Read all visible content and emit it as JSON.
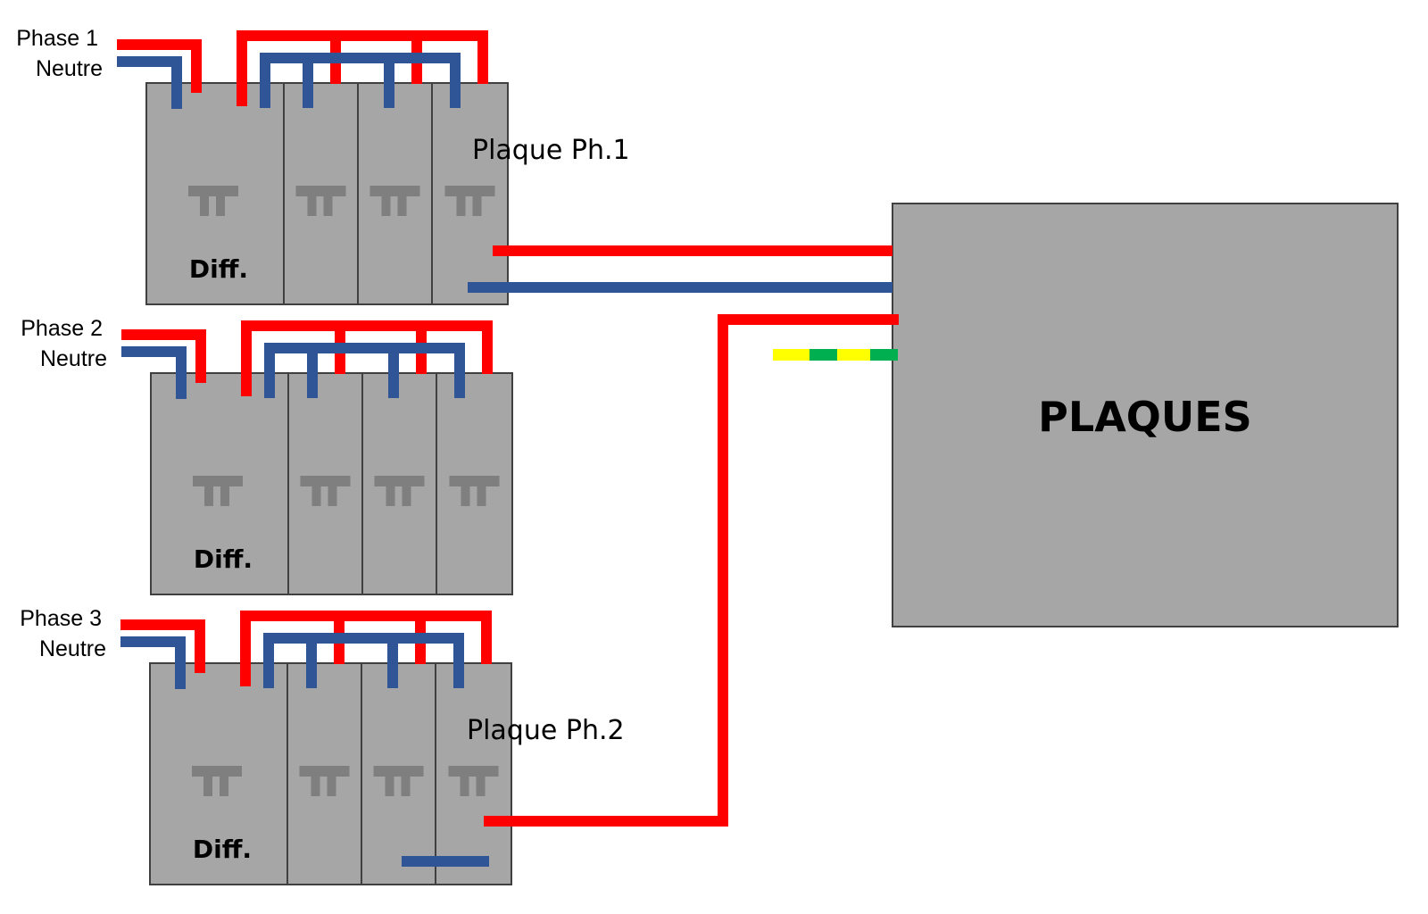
{
  "groups": [
    {
      "phase_label": "Phase 1",
      "neutral_label": "Neutre",
      "diff_label": "Diff."
    },
    {
      "phase_label": "Phase 2",
      "neutral_label": "Neutre",
      "diff_label": "Diff."
    },
    {
      "phase_label": "Phase 3",
      "neutral_label": "Neutre",
      "diff_label": "Diff."
    }
  ],
  "plaque_labels": {
    "ph1": "Plaque Ph.1",
    "ph2": "Plaque Ph.2"
  },
  "load": {
    "title": "PLAQUES"
  },
  "colors": {
    "phase": "#ff0000",
    "neutral": "#2f5597",
    "earth_yellow": "#ffff00",
    "earth_green": "#00b050",
    "breaker": "#a6a6a6",
    "icon": "#7f7f7f"
  }
}
